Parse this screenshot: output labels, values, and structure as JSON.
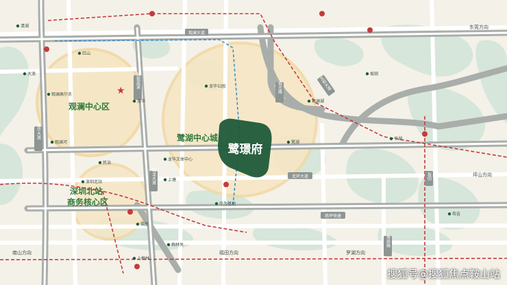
{
  "colors": {
    "land": "#f4f1e8",
    "green": "#d6e6da",
    "green_dark": "#b6d3bf",
    "road": "#c4c7c4",
    "road_major": "#9fa5a3",
    "ring": "#f2d9a5",
    "rail_red": "#c43b3b",
    "hub_text": "#2f7a3c",
    "accent_green": "#1c5c38"
  },
  "hubs": {
    "guanlan": "观澜中心区",
    "luhu": "鹭湖中心城",
    "shenzhen_north_1": "深圳北站",
    "shenzhen_north_2": "商务核心区"
  },
  "project": {
    "name": "鹭璟府"
  },
  "roads": {
    "guanlan_ave": "观澜大道",
    "longhua_ave": "龙华大道",
    "beihuan": "北环大道",
    "meiguan": "梅观高速",
    "gaochuan": "观光路",
    "meilong": "梅龙大道",
    "wuhe": "五和大道",
    "nanping": "南坪快速",
    "xuegang": "雪岗路",
    "bantian": "坂田"
  },
  "directions": {
    "nanshan": "南山方向",
    "futian": "福田方向",
    "luohu": "罗湖方向",
    "pingshan": "坪山方向",
    "dongguan": "东莞方向"
  },
  "pois": [
    "观澜湖",
    "观澜高尔夫",
    "民治",
    "龙华",
    "深圳北站",
    "龙华公园",
    "大浪",
    "红山",
    "上塘",
    "清湖",
    "坂田",
    "平湖",
    "鹭湖",
    "福民",
    "华为基地",
    "梅林关",
    "上梅林",
    "布吉",
    "龙华文体中心",
    "观澜河"
  ],
  "watermark": "搜狐号@搜狐焦点鞍山站"
}
